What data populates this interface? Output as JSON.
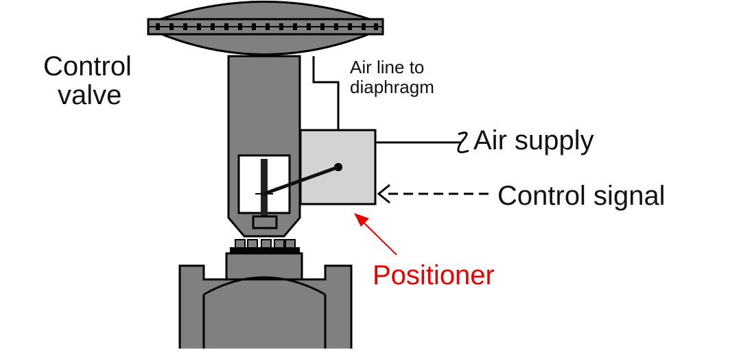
{
  "labels": {
    "control_valve_line1": "Control",
    "control_valve_line2": "valve",
    "air_line_line1": "Air line to",
    "air_line_line2": "diaphragm",
    "air_supply": "Air supply",
    "control_signal": "Control signal",
    "positioner": "Positioner"
  },
  "colors": {
    "valve_body": "#808080",
    "positioner_box": "#d3d3d3",
    "outline": "#000000",
    "annotation_red": "#e60000"
  }
}
